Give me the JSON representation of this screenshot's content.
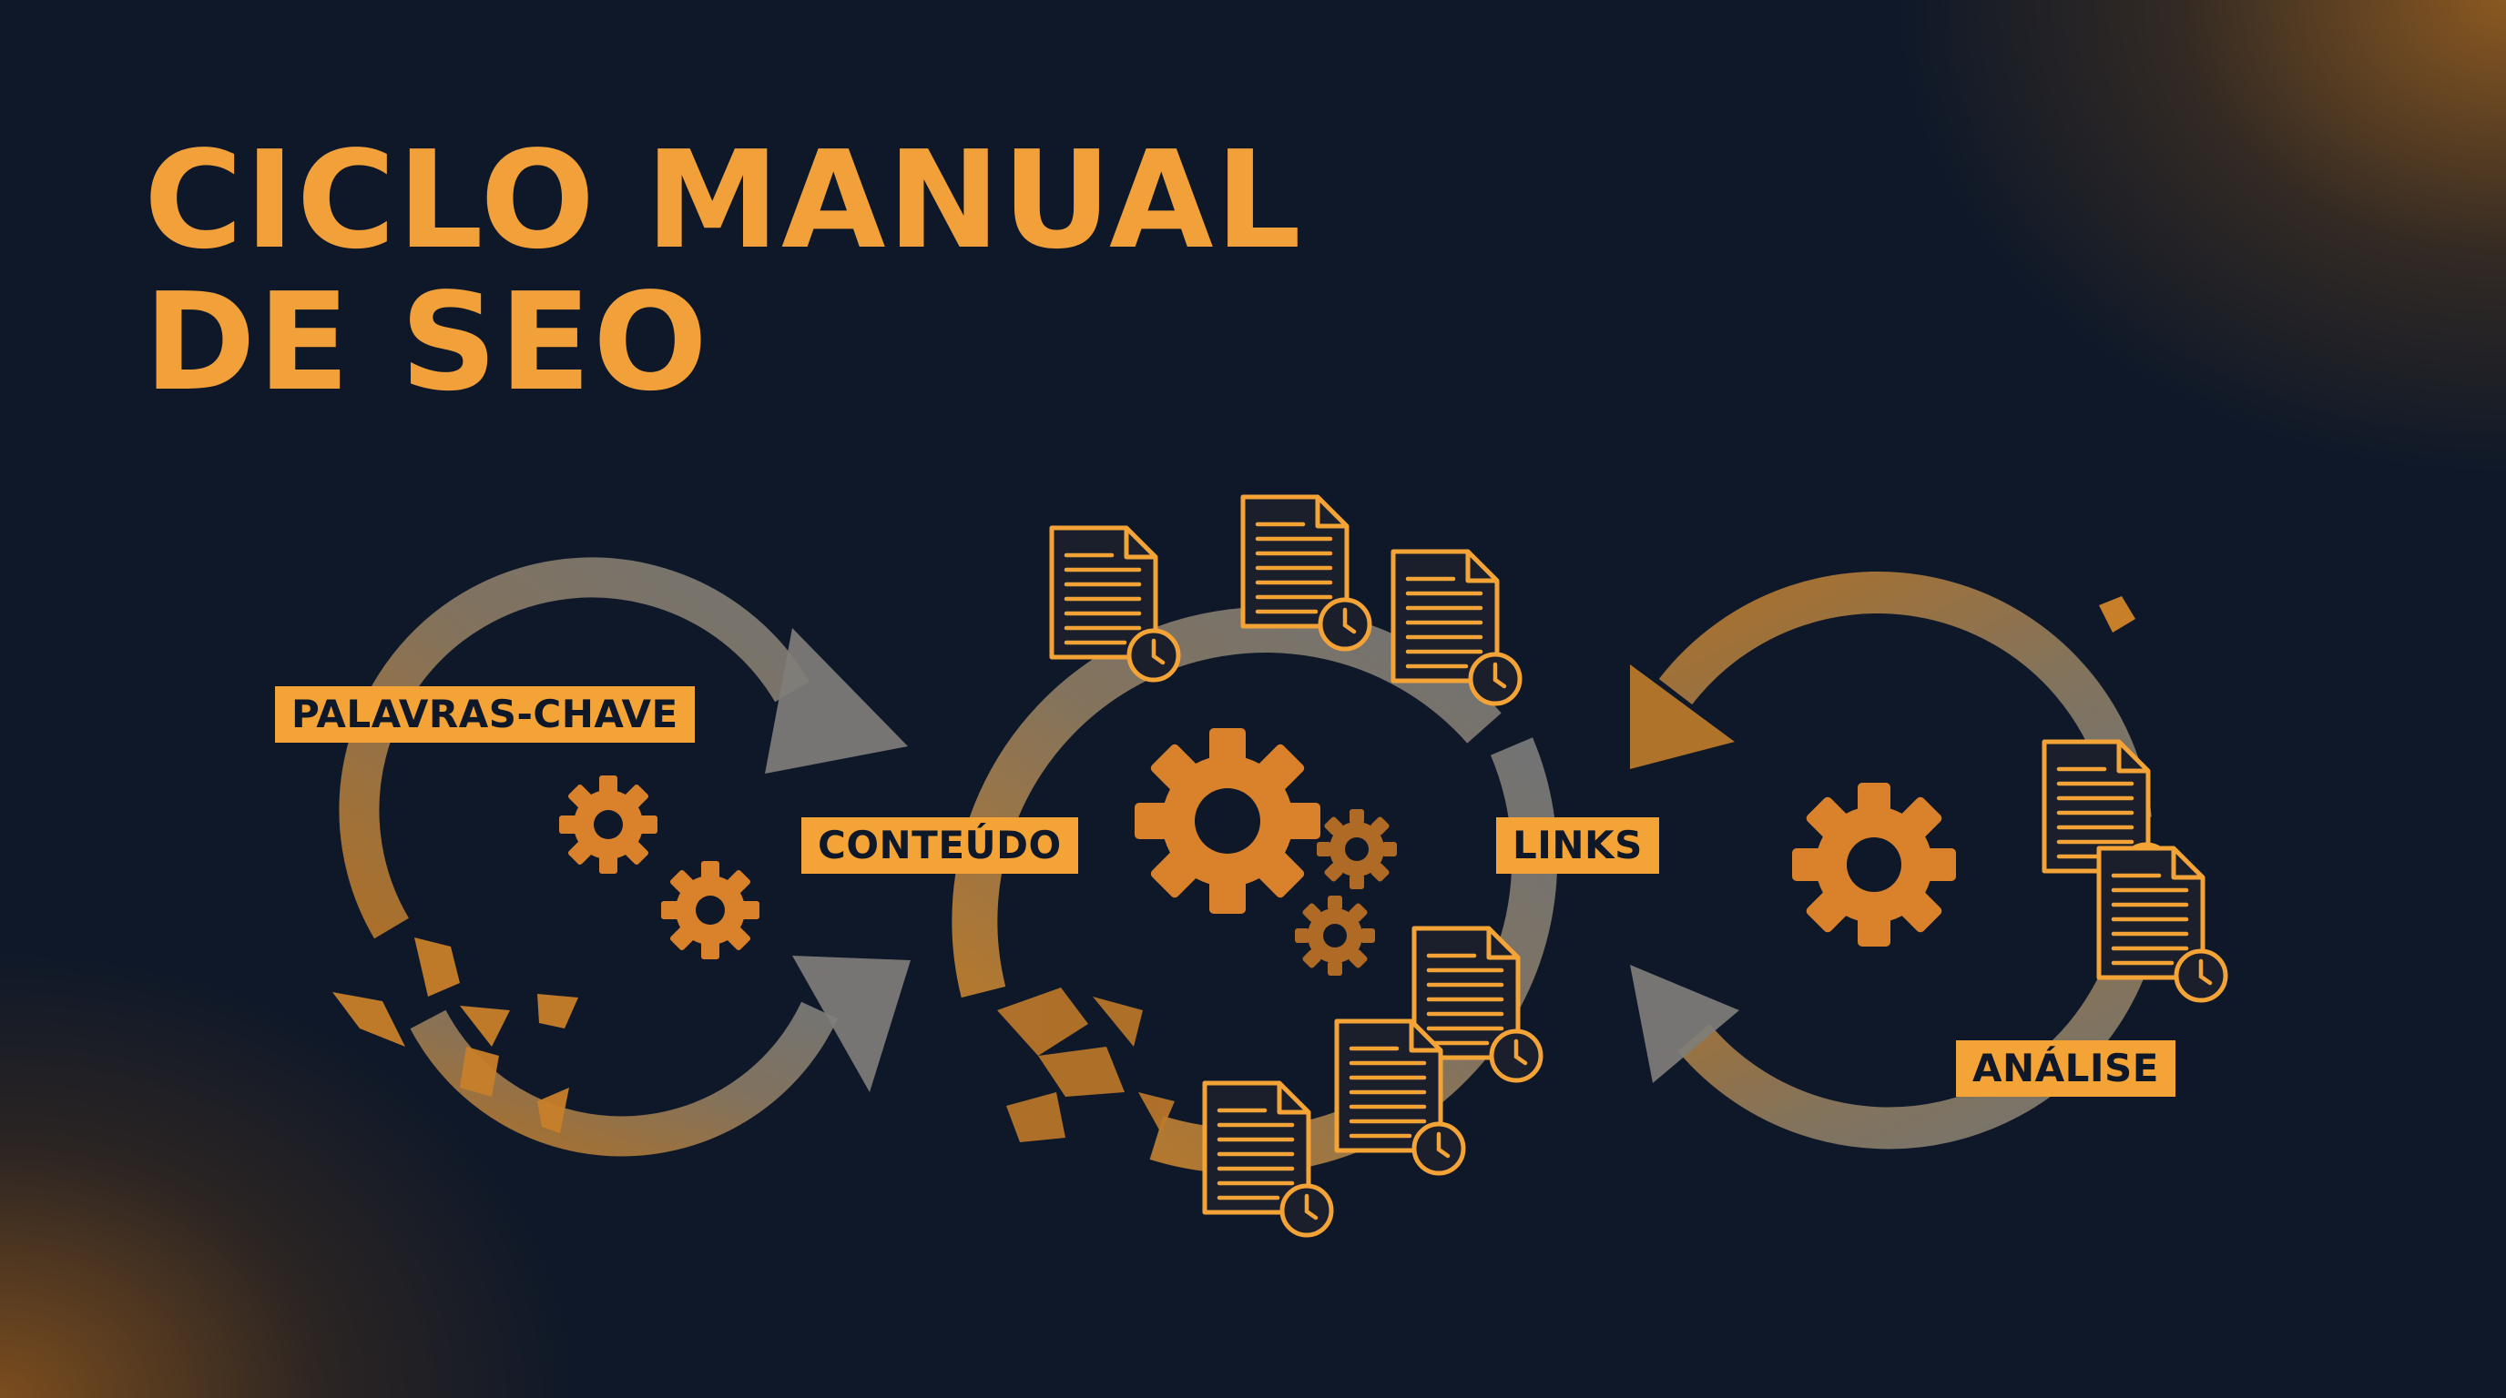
{
  "title": {
    "line1": "CICLO MANUAL",
    "line2": "DE SEO"
  },
  "stages": {
    "keywords": "PALAVRAS-CHAVE",
    "content": "CONTEÚDO",
    "links": "LINKS",
    "analysis": "ANÁLISE"
  },
  "colors": {
    "background": "#0e1829",
    "accent": "#f4a437",
    "arrow": "#8a8a86",
    "gear": "#d9822b",
    "document": "#f4a437"
  },
  "icons": [
    "gear-icon",
    "document-clock-icon",
    "cycle-arrow-icon",
    "broken-pieces-icon"
  ]
}
